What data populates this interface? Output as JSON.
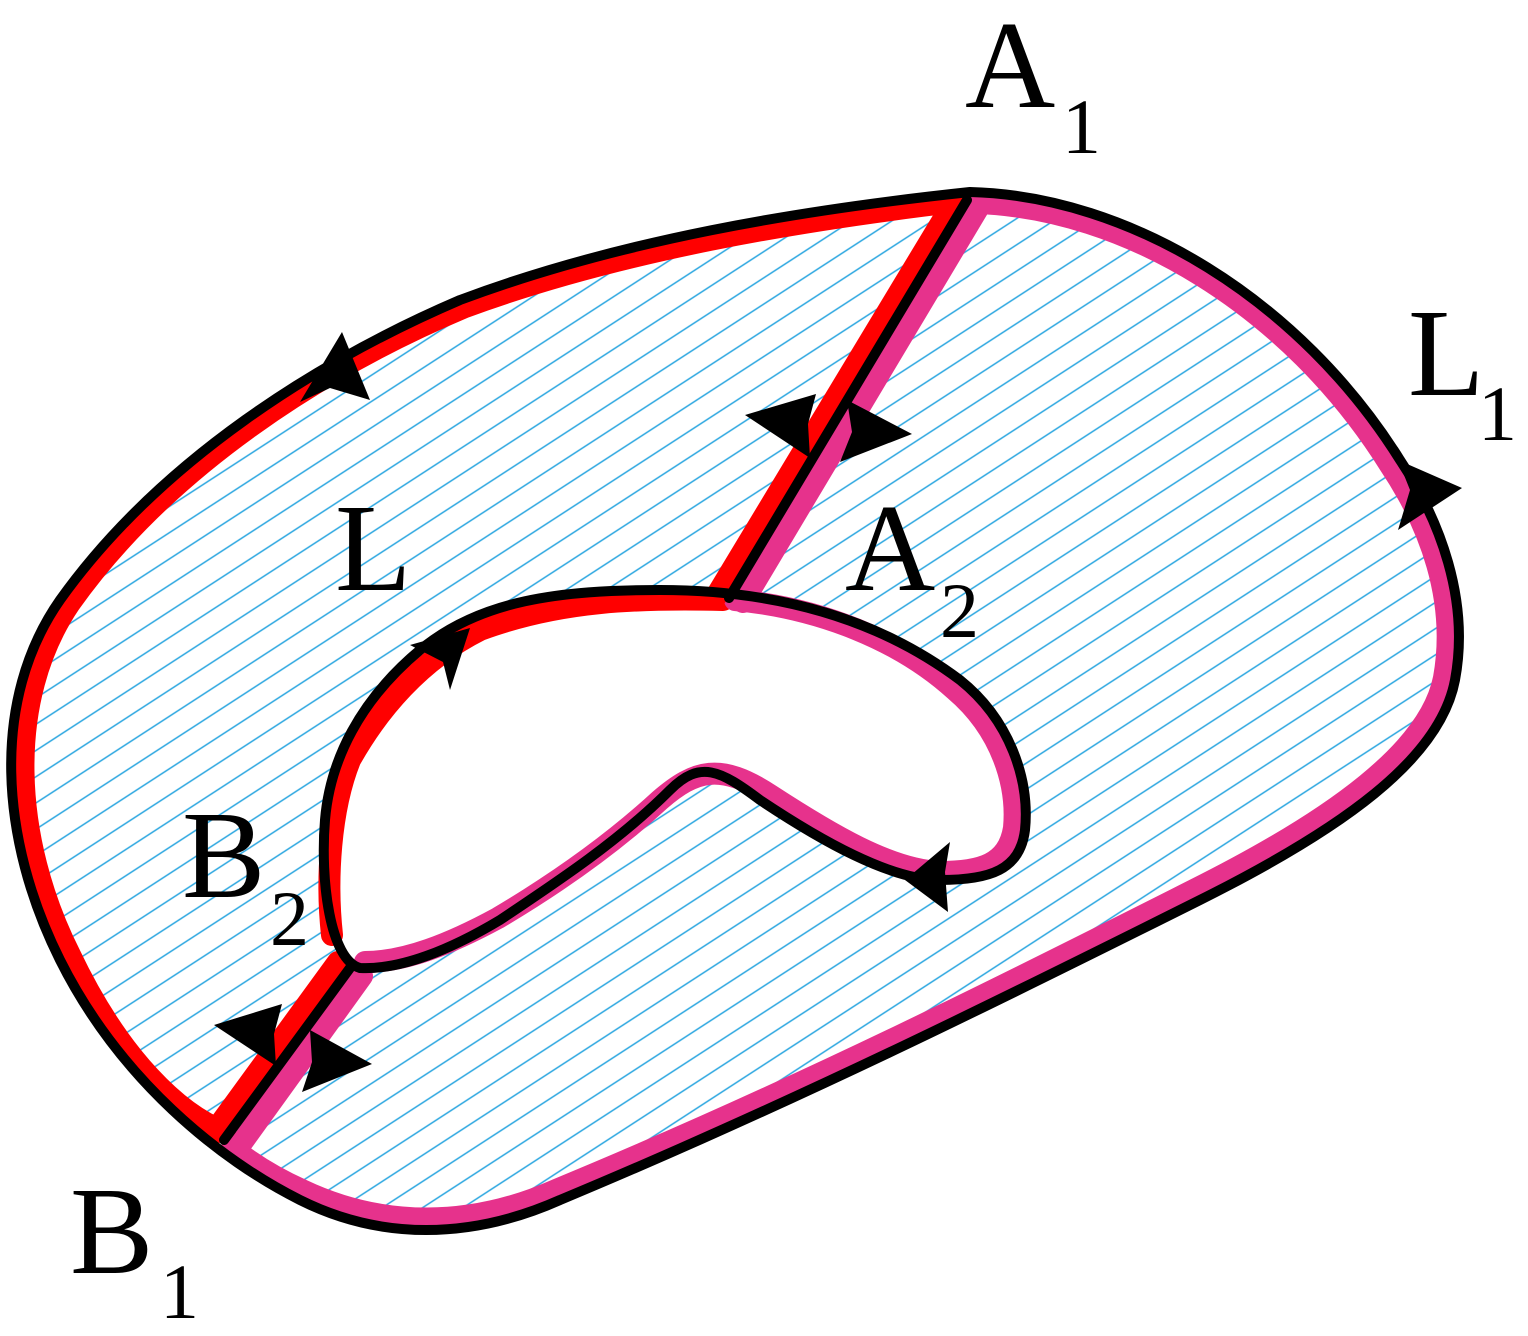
{
  "labels": {
    "a1_main": "A",
    "a1_sub": "1",
    "a2_main": "A",
    "a2_sub": "2",
    "b1_main": "B",
    "b1_sub": "1",
    "b2_main": "B",
    "b2_sub": "2",
    "l_main": "L",
    "l1_main": "L",
    "l1_sub": "1"
  },
  "colors": {
    "outline": "#000000",
    "left_region_edge": "#ff0000",
    "right_region_edge": "#e6328c",
    "hatch": "#2aa6e0",
    "background": "#ffffff"
  }
}
